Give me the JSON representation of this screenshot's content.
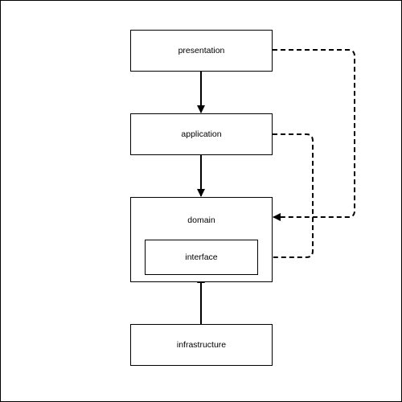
{
  "layers": {
    "presentation": "presentation",
    "application": "application",
    "domain": "domain",
    "interface": "interface",
    "infrastructure": "infrastructure"
  },
  "connections": [
    {
      "from": "presentation",
      "to": "application",
      "style": "solid"
    },
    {
      "from": "application",
      "to": "domain",
      "style": "solid"
    },
    {
      "from": "infrastructure",
      "to": "interface",
      "style": "solid"
    },
    {
      "from": "presentation",
      "to": "domain",
      "style": "dashed"
    },
    {
      "from": "application",
      "to": "interface",
      "style": "dashed"
    }
  ],
  "colors": {
    "stroke": "#000000",
    "background": "#ffffff"
  }
}
